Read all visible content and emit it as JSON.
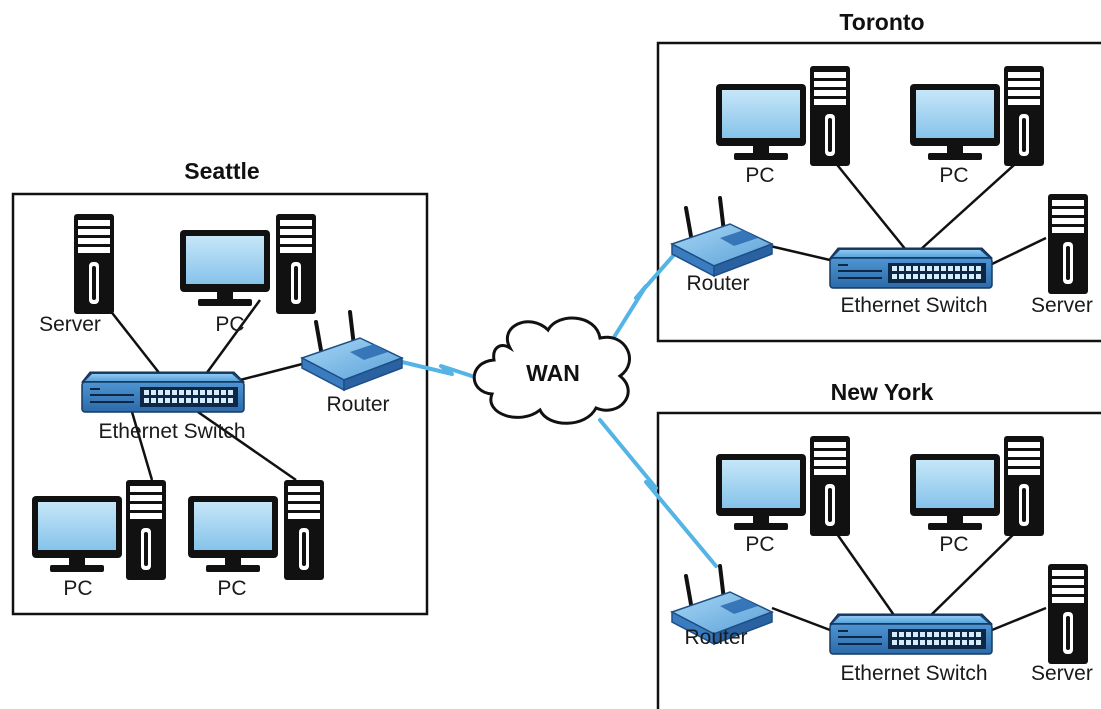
{
  "wan": {
    "label": "WAN"
  },
  "sites": {
    "seattle": {
      "title": "Seattle",
      "switch_label": "Ethernet Switch",
      "router_label": "Router",
      "server_label": "Server",
      "pc_labels": [
        "PC",
        "PC",
        "PC"
      ]
    },
    "toronto": {
      "title": "Toronto",
      "switch_label": "Ethernet Switch",
      "router_label": "Router",
      "server_label": "Server",
      "pc_labels": [
        "PC",
        "PC"
      ]
    },
    "newyork": {
      "title": "New York",
      "switch_label": "Ethernet Switch",
      "router_label": "Router",
      "server_label": "Server",
      "pc_labels": [
        "PC",
        "PC"
      ]
    }
  },
  "colors": {
    "wan_link": "#54b4e6",
    "lan_link": "#111111",
    "monitor_screen": "#9fd3f0",
    "device_blue": "#3f7fc0"
  }
}
